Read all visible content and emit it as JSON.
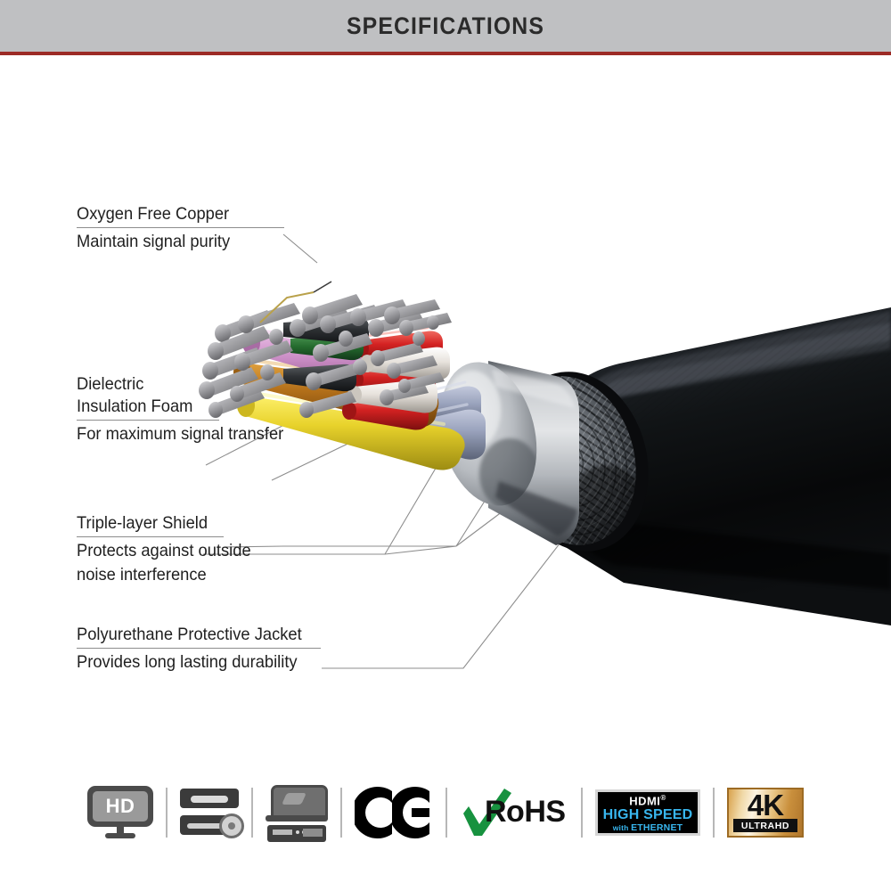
{
  "header": {
    "title": "SPECIFICATIONS",
    "bar_color": "#bfc0c2",
    "rule_color": "#9c2b26",
    "title_color": "#2b2b2b"
  },
  "diagram": {
    "subject": "hdmi-cable-cutaway",
    "background": "#ffffff",
    "colors": {
      "jacket": "#141414",
      "braid_shield": "#4a4d52",
      "foil_shield": "#b9bcc0",
      "copper_strand": "#a9a9ad",
      "wire_pink": "#c98bc4",
      "wire_orange": "#b4701a",
      "wire_yellow": "#e8d22b",
      "wire_red": "#d42222",
      "wire_white": "#e7e2dc",
      "wire_blue_gray": "#9aa3bd",
      "leader_line": "#8d8d8d"
    }
  },
  "callouts": [
    {
      "id": "oxygen-free-copper",
      "title": "Oxygen Free Copper",
      "subtitle": "Maintain signal purity"
    },
    {
      "id": "dielectric-insulation-foam",
      "title": "Dielectric",
      "title2": "Insulation Foam",
      "subtitle": "For maximum signal transfer"
    },
    {
      "id": "triple-layer-shield",
      "title": "Triple-layer Shield",
      "subtitle": "Protects against outside",
      "subtitle2": "noise interference"
    },
    {
      "id": "polyurethane-protective-jacket",
      "title": "Polyurethane Protective Jacket",
      "subtitle": "Provides long lasting durability"
    }
  ],
  "logos": {
    "hd": {
      "label": "HD",
      "name": "hd-tv-icon"
    },
    "players": {
      "name": "disc-player-icon"
    },
    "devices": {
      "name": "laptop-console-icon"
    },
    "ce": {
      "name": "ce-mark-icon",
      "label": "CE"
    },
    "rohs": {
      "name": "rohs-icon",
      "label": "RoHS",
      "check_color": "#17923f"
    },
    "hdmi": {
      "name": "hdmi-high-speed-badge",
      "word": "HDMI",
      "registered": "®",
      "speed": "HIGH SPEED",
      "ethernet_small": "with ",
      "ethernet": "ETHERNET",
      "accent_color": "#38b6ee"
    },
    "fourk": {
      "name": "4k-ultrahd-badge",
      "number": "4K",
      "sub_small": "ULTRA",
      "sub": "HD"
    }
  }
}
